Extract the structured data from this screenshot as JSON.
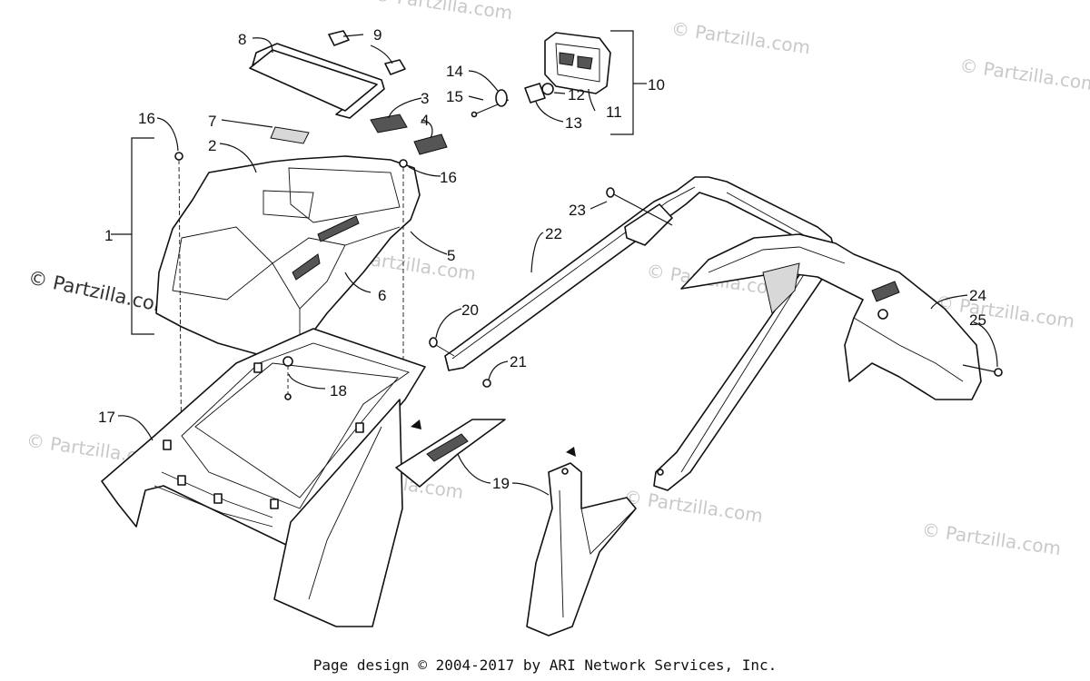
{
  "callouts": {
    "c1": "1",
    "c2": "2",
    "c3": "3",
    "c4": "4",
    "c5": "5",
    "c6": "6",
    "c7": "7",
    "c8": "8",
    "c9": "9",
    "c10": "10",
    "c11": "11",
    "c12": "12",
    "c13": "13",
    "c14": "14",
    "c15": "15",
    "c16a": "16",
    "c16b": "16",
    "c17": "17",
    "c18": "18",
    "c19": "19",
    "c20": "20",
    "c21": "21",
    "c22": "22",
    "c23": "23",
    "c24": "24",
    "c25": "25"
  },
  "watermark": {
    "text": "© Partzilla.com",
    "large_text": "© Partzilla.com"
  },
  "footer": {
    "copyright": "Page design © 2004-2017 by ARI Network Services, Inc."
  }
}
